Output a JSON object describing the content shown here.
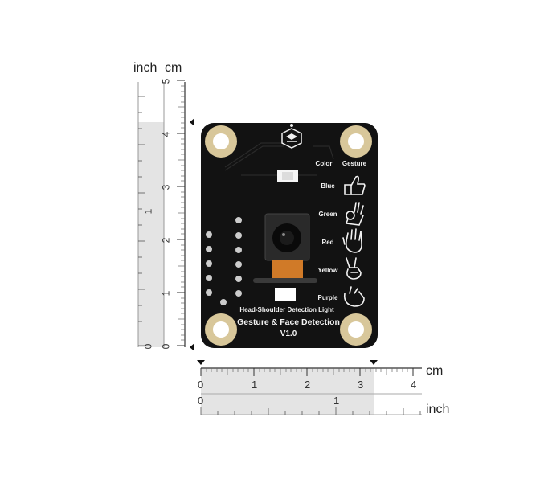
{
  "product": {
    "title": "Gesture & Face Detection",
    "version": "V1.0",
    "light_label": "Head-Shoulder Detection Light",
    "header_color": "Color",
    "header_gesture": "Gesture",
    "rows": [
      {
        "color": "Blue",
        "gesture_icon": "thumbs-up-icon"
      },
      {
        "color": "Green",
        "gesture_icon": "ok-hand-icon"
      },
      {
        "color": "Red",
        "gesture_icon": "open-palm-icon"
      },
      {
        "color": "Yellow",
        "gesture_icon": "peace-sign-icon"
      },
      {
        "color": "Purple",
        "gesture_icon": "pinky-swear-icon"
      }
    ]
  },
  "ruler_vertical": {
    "unit_left": "inch",
    "unit_right": "cm",
    "cm_ticks": [
      "5",
      "4",
      "3",
      "2",
      "1",
      "0"
    ],
    "inch_ticks": [
      "1",
      "0"
    ]
  },
  "ruler_horizontal": {
    "unit_top": "cm",
    "unit_bottom": "inch",
    "cm_ticks": [
      "0",
      "1",
      "2",
      "3",
      "4"
    ],
    "inch_ticks": [
      "0",
      "1"
    ]
  },
  "colors": {
    "board": "#121212",
    "silkscreen": "#f2f2f2",
    "ruler_fill": "#e4e4e4",
    "pad_gold": "#d8c79a"
  }
}
